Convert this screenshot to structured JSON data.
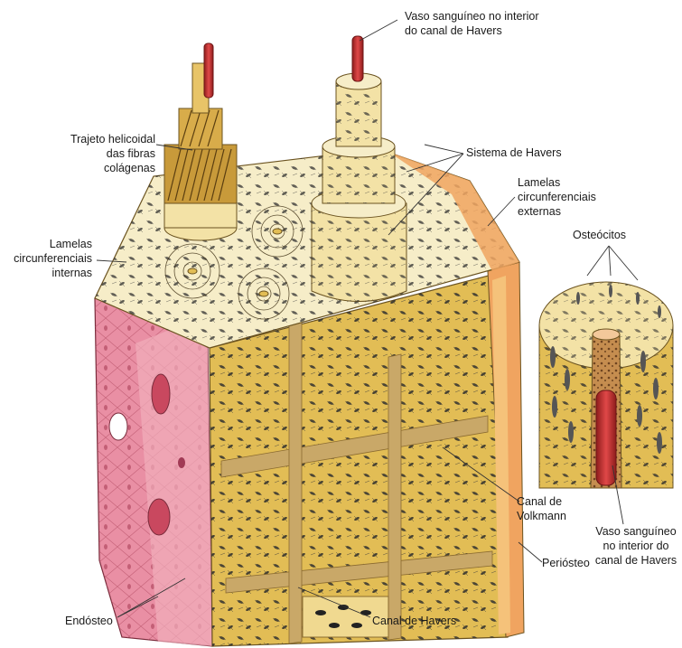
{
  "labels": {
    "vessel_top": [
      "Vaso sanguíneo no interior",
      "do canal de Havers"
    ],
    "helical": [
      "Trajeto helicoidal",
      "das fibras",
      "colágenas"
    ],
    "havers_system": "Sistema de Havers",
    "outer_lamellae": [
      "Lamelas",
      "circunferenciais",
      "externas"
    ],
    "inner_lamellae": [
      "Lamelas",
      "circunferenciais",
      "internas"
    ],
    "osteocytes": "Osteócitos",
    "volkmann": [
      "Canal de",
      "Volkmann"
    ],
    "vessel_inset": [
      "Vaso sanguíneo",
      "no interior do",
      "canal de Havers"
    ],
    "periosteum": "Periósteo",
    "endosteum": "Endósteo",
    "havers_canal": "Canal de Havers"
  },
  "colors": {
    "bone": "#e2bd55",
    "bone_light": "#f3e2a6",
    "bone_top": "#f6edc8",
    "canal": "#c9a868",
    "marrow": "#e8889c",
    "marrow_light": "#f3b3c0",
    "vessel": "#d33a3a",
    "periosteum": "#f0a460",
    "cell": "#222222"
  }
}
